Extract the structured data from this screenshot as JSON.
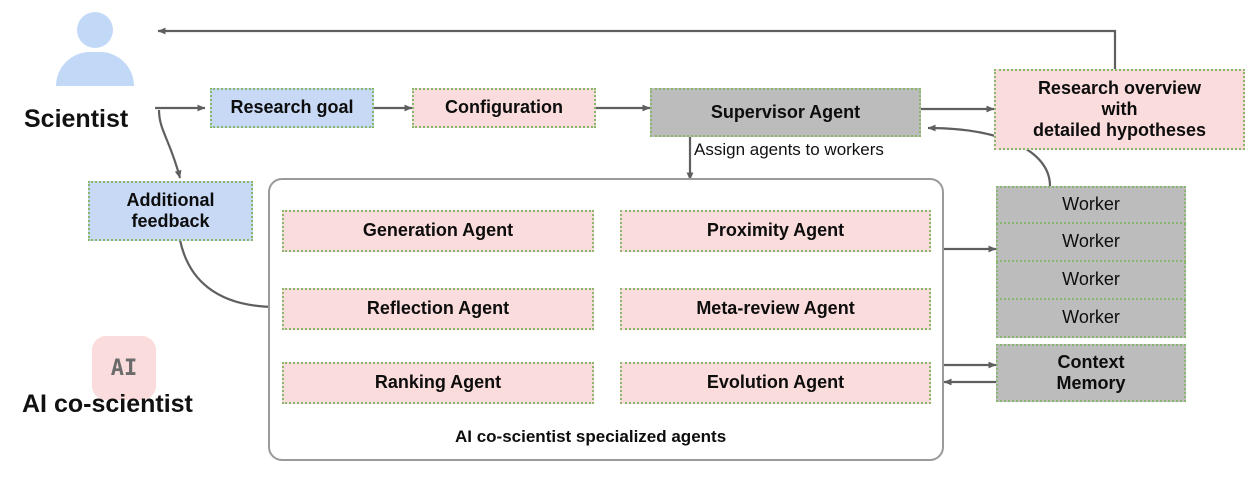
{
  "diagram": {
    "title_scientist": "Scientist",
    "title_ai": "AI co-scientist",
    "ai_logo_text": "AI",
    "panel_caption": "AI co-scientist specialized agents",
    "assign_label": "Assign agents to workers"
  },
  "flow": {
    "research_goal": "Research goal",
    "additional_feedback": "Additional\nfeedback",
    "configuration": "Configuration",
    "supervisor_agent": "Supervisor Agent",
    "research_overview": "Research overview\nwith\ndetailed hypotheses"
  },
  "agents": {
    "left_column": [
      {
        "label": "Generation Agent"
      },
      {
        "label": "Reflection Agent"
      },
      {
        "label": "Ranking Agent"
      }
    ],
    "right_column": [
      {
        "label": "Proximity  Agent"
      },
      {
        "label": "Meta-review Agent"
      },
      {
        "label": "Evolution Agent"
      }
    ]
  },
  "workers": {
    "items": [
      "Worker",
      "Worker",
      "Worker",
      "Worker"
    ]
  },
  "context_memory": {
    "label": "Context\nMemory"
  },
  "colors": {
    "pink_fill": "#fbdcdc",
    "blue_fill": "#c8d9f5",
    "gray_fill": "#bcbcbc",
    "dotted_border": "#8ab86a",
    "arrow_gray": "#5f5f5f",
    "arrow_red": "#e11d1d",
    "panel_border": "#9a9a9a",
    "person_icon": "#c2d8f7"
  }
}
